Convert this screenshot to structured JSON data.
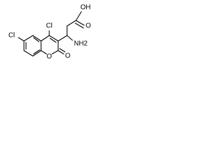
{
  "molecule": {
    "atoms": {
      "hydroxyl": "OH",
      "acid_oxygen": "O",
      "amino": "NH2",
      "chlorine_4": "Cl",
      "chlorine_6": "Cl",
      "ring_oxygen": "O",
      "carbonyl_oxygen": "O"
    }
  },
  "colors": {
    "bond": "#000000",
    "label": "#000000",
    "background": "#ffffff"
  }
}
